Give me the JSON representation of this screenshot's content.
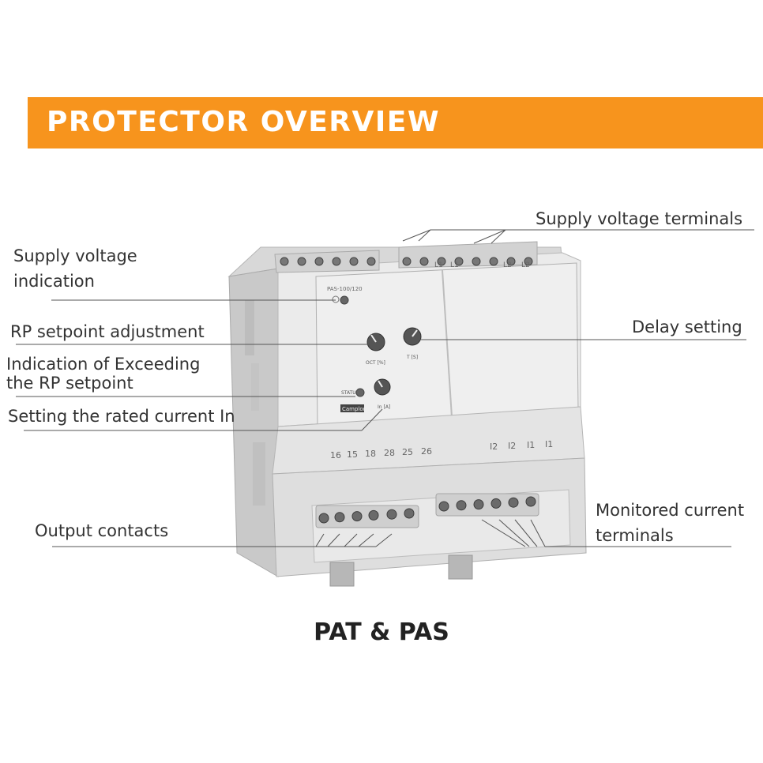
{
  "header": {
    "title": "PROTECTOR OVERVIEW"
  },
  "device": {
    "model_label": "PAS-100/120",
    "brand_label": "Camplon",
    "status_led_label": "STATUS",
    "dial_rp_label": "OCT [%]",
    "dial_delay_label": "T [S]",
    "dial_in_label": "In [A]",
    "top_terminals": [
      "L1",
      "L1",
      "L2",
      "L2"
    ],
    "bottom_terminals": [
      "16",
      "15",
      "18",
      "28",
      "25",
      "26",
      "I2",
      "I2",
      "I1",
      "I1"
    ]
  },
  "callouts": {
    "supply_voltage_terminals": "Supply voltage terminals",
    "supply_voltage_indication_l1": "Supply voltage",
    "supply_voltage_indication_l2": "indication",
    "rp_setpoint_adjustment": "RP setpoint adjustment",
    "delay_setting": "Delay setting",
    "exceeding_rp_l1": "Indication of Exceeding",
    "exceeding_rp_l2": "the RP setpoint",
    "rated_current": "Setting the rated current In",
    "output_contacts": "Output contacts",
    "monitored_current_l1": "Monitored current",
    "monitored_current_l2": "terminals"
  },
  "caption": "PAT & PAS"
}
